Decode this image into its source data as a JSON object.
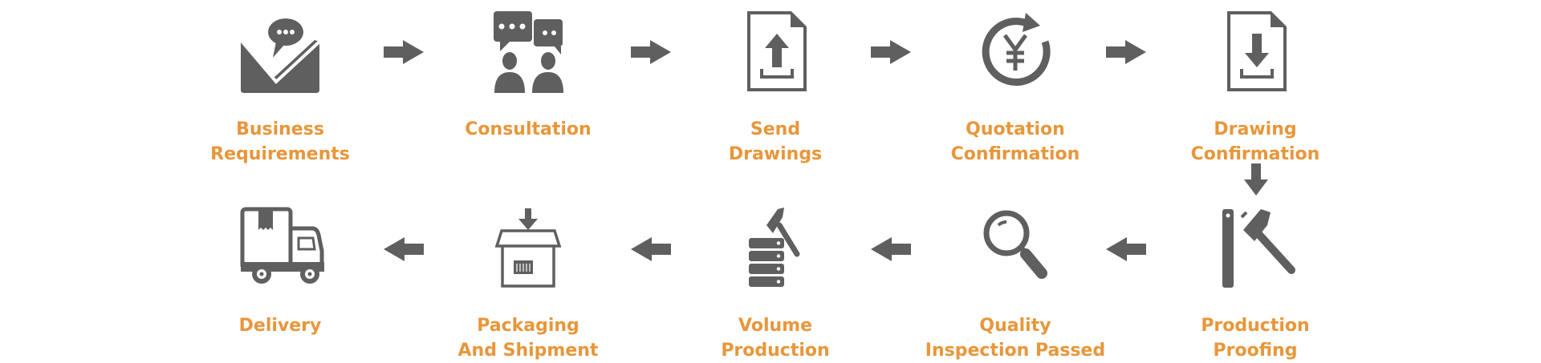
{
  "colors": {
    "icon": "#5f5f5f",
    "label": "#E8963A"
  },
  "steps": [
    {
      "line1": "Business",
      "line2": "Requirements",
      "icon": "envelope-chat-icon"
    },
    {
      "line1": "Consultation",
      "line2": "",
      "icon": "consultation-icon"
    },
    {
      "line1": "Send",
      "line2": "Drawings",
      "icon": "upload-document-icon"
    },
    {
      "line1": "Quotation",
      "line2": "Confirmation",
      "icon": "yen-refresh-icon"
    },
    {
      "line1": "Drawing",
      "line2": "Confirmation",
      "icon": "download-document-icon"
    },
    {
      "line1": "Production",
      "line2": "Proofing",
      "icon": "hammer-ruler-icon"
    },
    {
      "line1": "Quality",
      "line2": "Inspection Passed",
      "icon": "magnifier-icon"
    },
    {
      "line1": "Volume",
      "line2": "Production",
      "icon": "hammer-stack-icon"
    },
    {
      "line1": "Packaging",
      "line2": "And Shipment",
      "icon": "box-icon"
    },
    {
      "line1": "Delivery",
      "line2": "",
      "icon": "truck-icon"
    }
  ]
}
